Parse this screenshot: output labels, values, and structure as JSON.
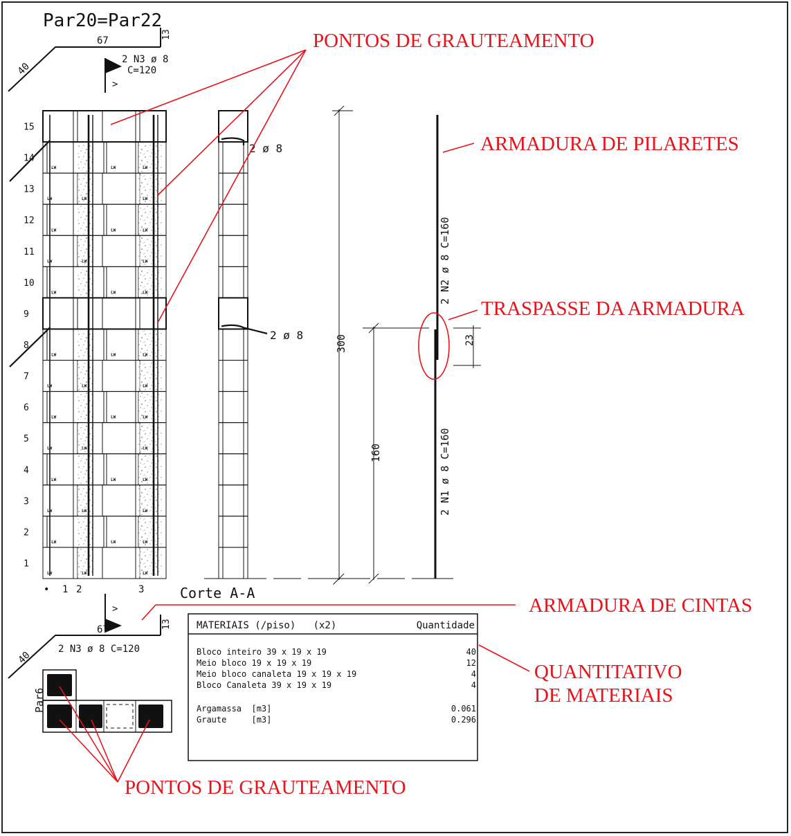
{
  "drawing": {
    "wall_id": "Par20=Par22",
    "section_title": "Corte A-A",
    "course_numbers": [
      "1",
      "2",
      "3",
      "4",
      "5",
      "6",
      "7",
      "8",
      "9",
      "10",
      "11",
      "12",
      "13",
      "14",
      "15"
    ],
    "column_numbers": [
      "1",
      "2",
      "3"
    ],
    "column_marker": "•",
    "top_dims": {
      "left": "40",
      "top": "67",
      "right": "13"
    },
    "bottom_dims": {
      "left": "40",
      "top": "67",
      "right": "13"
    },
    "top_bar_label_1": "2 N3 ø 8",
    "top_bar_label_2": "C=120",
    "bottom_bar_label": "2 N3 ø 8 C=120",
    "section_marker": ">",
    "block_tag": "LW",
    "section_bar_upper": "2 ø 8",
    "section_bar_lower": "2 ø 8",
    "height_dim": "300",
    "lap_dim": "160",
    "overlap_dim": "23",
    "bar_n2": "2 N2 ø 8 C=160",
    "bar_n1": "2 N1 ø 8 C=160",
    "plan_label": "Par6"
  },
  "materials_table": {
    "header": "MATERIAIS (/piso)   (x2)",
    "header_qty": "Quantidade",
    "rows": [
      {
        "label": "Bloco inteiro 39 x 19 x 19",
        "qty": "40"
      },
      {
        "label": "Meio bloco 19 x 19 x 19",
        "qty": "12"
      },
      {
        "label": "Meio bloco canaleta 19 x 19 x 19",
        "qty": "4"
      },
      {
        "label": "Bloco Canaleta 39 x 19 x 19",
        "qty": "4"
      }
    ],
    "totals": [
      {
        "label": "Argamassa  [m3]",
        "qty": "0.061"
      },
      {
        "label": "Graute     [m3]",
        "qty": "0.296"
      }
    ]
  },
  "annotations": {
    "grout_points_top": "PONTOS DE GRAUTEAMENTO",
    "column_reinforcement": "ARMADURA DE PILARETES",
    "overlap": "TRASPASSE DA ARMADURA",
    "bond_beam_reinforcement": "ARMADURA DE CINTAS",
    "quantities_line1": "QUANTITATIVO",
    "quantities_line2": "DE MATERIAIS",
    "grout_points_bottom": "PONTOS DE GRAUTEAMENTO"
  },
  "colors": {
    "annotation": "#e5141b",
    "lines": "#111111"
  }
}
